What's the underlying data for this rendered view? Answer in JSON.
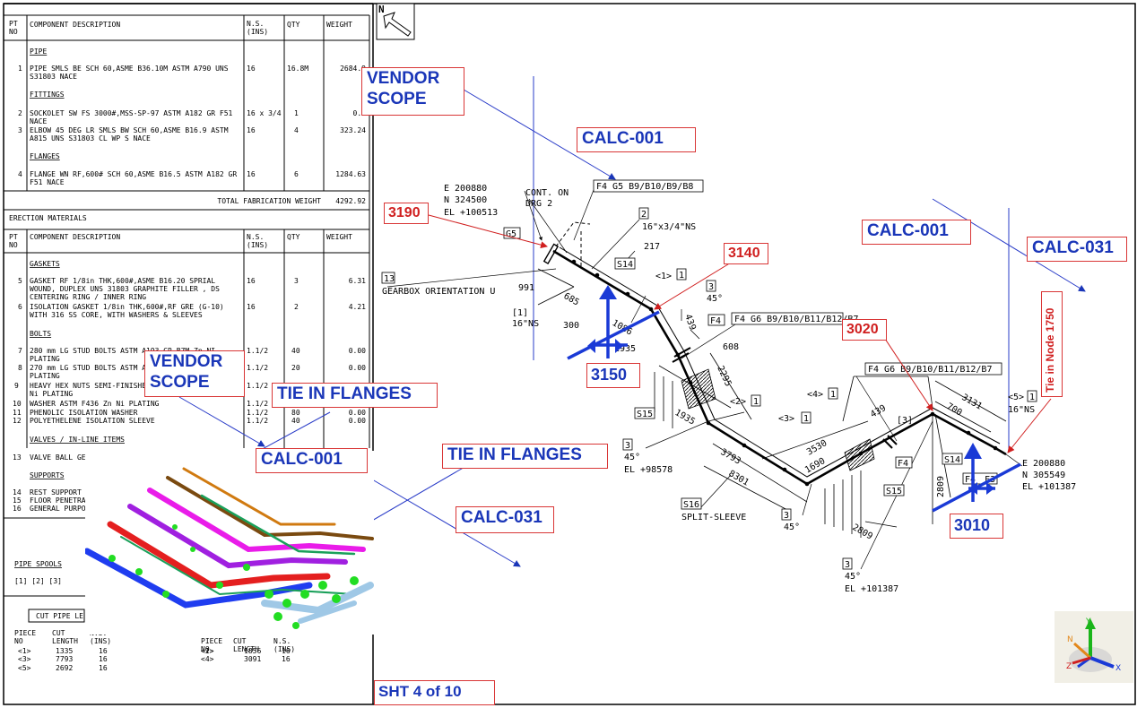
{
  "bom": {
    "headers": {
      "pt_no": "PT\nNO",
      "description": "COMPONENT DESCRIPTION",
      "ns": "N.S.\n(INS)",
      "qty": "QTY",
      "weight": "WEIGHT"
    },
    "sections": {
      "pipe": "PIPE",
      "fittings": "FITTINGS",
      "flanges": "FLANGES",
      "gaskets": "GASKETS",
      "bolts": "BOLTS",
      "valves": "VALVES / IN-LINE ITEMS",
      "supports": "SUPPORTS"
    },
    "fabrication_rows": [
      {
        "pt": "1",
        "desc1": "PIPE SMLS BE SCH 60,ASME B36.10M ASTM A790 UNS",
        "desc2": "S31803 NACE",
        "ns": "16",
        "qty": "16.8M",
        "weight": "2684.9"
      },
      {
        "pt": "2",
        "desc1": "SOCKOLET SW FS 3000#,MSS-SP-97 ASTM A182 GR F51",
        "desc2": "NACE",
        "ns": "16 x 3/4",
        "qty": "1",
        "weight": "0.1"
      },
      {
        "pt": "3",
        "desc1": "ELBOW 45 DEG LR SMLS BW SCH 60,ASME B16.9 ASTM",
        "desc2": "A815 UNS S31803 CL WP S NACE",
        "ns": "16",
        "qty": "4",
        "weight": "323.24"
      },
      {
        "pt": "4",
        "desc1": "FLANGE WN RF,600# SCH 60,ASME B16.5 ASTM A182 GR",
        "desc2": "F51 NACE",
        "ns": "16",
        "qty": "6",
        "weight": "1284.63"
      }
    ],
    "total_label": "TOTAL FABRICATION WEIGHT",
    "total_value": "4292.92",
    "erection_title": "ERECTION MATERIALS",
    "gasket_rows": [
      {
        "pt": "5",
        "desc1": "GASKET RF 1/8in THK,600#,ASME B16.20 SPRIAL",
        "desc2": "WOUND, DUPLEX UNS 31803 GRAPHITE FILLER , DS",
        "desc3": "CENTERING RING / INNER RING",
        "ns": "16",
        "qty": "3",
        "weight": "6.31"
      },
      {
        "pt": "6",
        "desc1": "ISOLATION GASKET 1/8in THK,600#,RF GRE (G-10)",
        "desc2": "WITH 316 SS CORE, WITH WASHERS & SLEEVES",
        "ns": "16",
        "qty": "2",
        "weight": "4.21"
      }
    ],
    "bolt_rows": [
      {
        "pt": "7",
        "desc1": "280 mm LG STUD BOLTS ASTM A193 GR B7M Zn NI",
        "desc2": "PLATING",
        "ns": "1.1/2",
        "qty": "40",
        "weight": "0.00"
      },
      {
        "pt": "8",
        "desc1": "270 mm LG STUD BOLTS ASTM A193 GR B7M",
        "desc2": "PLATING",
        "ns": "1.1/2",
        "qty": "20",
        "weight": "0.00"
      },
      {
        "pt": "9",
        "desc1": "HEAVY HEX NUTS SEMI-FINISHED ASTM A194 GR 2HM",
        "desc2": "Ni PLATING",
        "ns": "1.1/2",
        "qty": "",
        "weight": ""
      },
      {
        "pt": "10",
        "desc1": "WASHER ASTM F436 Zn Ni PLATING",
        "ns": "1.1/2",
        "qty": "",
        "weight": ""
      },
      {
        "pt": "11",
        "desc1": "PHENOLIC ISOLATION WASHER",
        "ns": "1.1/2",
        "qty": "80",
        "weight": "0.00"
      },
      {
        "pt": "12",
        "desc1": "POLYETHELENE ISOLATION SLEEVE",
        "ns": "1.1/2",
        "qty": "40",
        "weight": "0.00"
      }
    ],
    "valve_rows": [
      {
        "pt": "13",
        "desc1": "VALVE BALL GE"
      }
    ],
    "support_rows": [
      {
        "pt": "14",
        "desc1": "REST SUPPORT"
      },
      {
        "pt": "15",
        "desc1": "FLOOR PENETRA"
      },
      {
        "pt": "16",
        "desc1": "GENERAL PURPO"
      }
    ]
  },
  "spools": {
    "title": "PIPE SPOOLS",
    "items": "[1] [2] [3]"
  },
  "cut_pipe": {
    "title": "CUT PIPE LE",
    "headers": {
      "piece": "PIECE\nNO",
      "cut": "CUT\nLENGTH",
      "ns": "N.S.\n(INS)"
    },
    "left_rows": [
      {
        "piece": "<1>",
        "length": "1335",
        "ns": "16"
      },
      {
        "piece": "<3>",
        "length": "7793",
        "ns": "16"
      },
      {
        "piece": "<5>",
        "length": "2692",
        "ns": "16"
      }
    ],
    "right_rows": [
      {
        "piece": "<2>",
        "length": "1856",
        "ns": "16"
      },
      {
        "piece": "<4>",
        "length": "3091",
        "ns": "16"
      }
    ]
  },
  "north_label": "N",
  "iso": {
    "coord_start": [
      "E 200880",
      "N 324500",
      "EL +100513"
    ],
    "cont_on": [
      "CONT. ON",
      "DRG 2"
    ],
    "flange_spec_1": "F4 G5 B9/B10/B9/B8",
    "flange_spec_2": "F4 G6 B9/B10/B11/B12/B7",
    "flange_spec_3": "F4 G6 B9/B10/B11/B12/B7",
    "gearbox": "GEARBOX ORIENTATION U",
    "sockolet_size": "16\"x3/4\"NS",
    "ns_1": "16\"NS",
    "ns_5": "16\"NS",
    "split_sleeve": "SPLIT-SLEEVE",
    "coord_end": [
      "E 200880",
      "N 305549",
      "EL +101387"
    ],
    "el_1": "EL +98578",
    "el_2": "EL +101387",
    "deg": "45°",
    "tags": {
      "g5": "G5",
      "s14": "S14",
      "s15": "S15",
      "s16": "S16",
      "f4": "F4",
      "f3": "F3",
      "n13": "13",
      "n2": "2",
      "n3": "3",
      "n1": "1",
      "spool1": "[1]",
      "spool3": "[3]",
      "p1": "<1>",
      "p2": "<2>",
      "p3": "<3>",
      "p4": "<4>",
      "p5": "<5>"
    },
    "dims": {
      "d217": "217",
      "d991": "991",
      "d685": "685",
      "d300": "300",
      "d1935a": "1935",
      "d1935b": "1935",
      "d608": "608",
      "d439a": "439",
      "d2295": "2295",
      "d3793": "3793",
      "d8301": "8301",
      "d1690": "1690",
      "d3530": "3530",
      "d439b": "439",
      "d700": "700",
      "d3131": "3131",
      "d2809a": "2809",
      "d2809b": "2809",
      "d1086": "1086"
    }
  },
  "callouts": {
    "vendor_scope": "VENDOR SCOPE",
    "calc_001": "CALC-001",
    "calc_031": "CALC-031",
    "tie_in": "TIE IN FLANGES",
    "tie_in_node": "Tie in Node 1750",
    "sheet": "SHT 4 of 10"
  },
  "nodes": {
    "n3190": "3190",
    "n3140": "3140",
    "n3020": "3020",
    "n3150": "3150",
    "n3010": "3010"
  },
  "triad": {
    "y": "Y",
    "x": "X",
    "z": "Z",
    "n": "N"
  },
  "colors": {
    "callout_text": "#1a36b8",
    "callout_border": "#d93636",
    "node_text": "#d01f1f",
    "support_arrow": "#1a3ad6"
  }
}
